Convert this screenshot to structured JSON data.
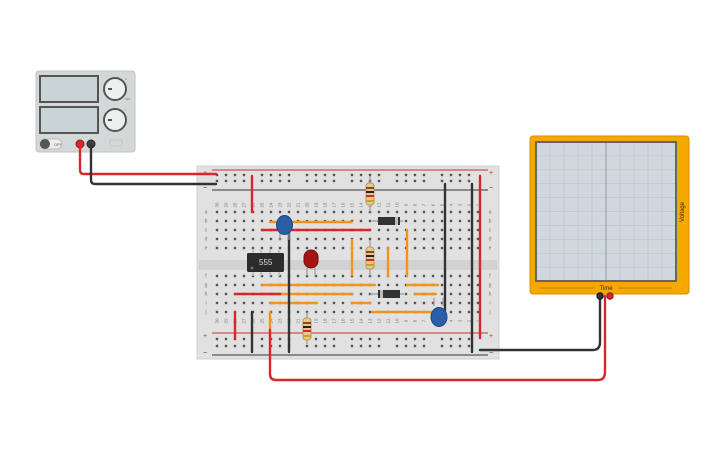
{
  "power_supply": {
    "output_label": "OFF",
    "knob1_label": "V",
    "knob1_sublabel": "SET",
    "knob2_label": "I"
  },
  "breadboard": {
    "column_numbers": [
      "30",
      "29",
      "28",
      "27",
      "26",
      "25",
      "24",
      "23",
      "22",
      "21",
      "20",
      "19",
      "18",
      "17",
      "16",
      "15",
      "14",
      "13",
      "12",
      "11",
      "10",
      "9",
      "8",
      "7",
      "6",
      "5",
      "4",
      "3",
      "2",
      "1"
    ],
    "row_letters_top": [
      "a",
      "b",
      "c",
      "d",
      "e"
    ],
    "row_letters_bottom": [
      "f",
      "g",
      "h",
      "i",
      "j"
    ],
    "plus_sign": "+",
    "minus_sign": "−"
  },
  "ic": {
    "label": "555"
  },
  "oscilloscope": {
    "x_label": "Time",
    "y_label": "Voltage"
  },
  "colors": {
    "wire_red": "#d9262c",
    "wire_black": "#333333",
    "jumper_orange": "#f0941d",
    "scope_frame": "#f5a800",
    "scope_screen": "#cfd8dc",
    "capacitor_blue": "#2a5fa8",
    "led_red": "#a31515"
  }
}
